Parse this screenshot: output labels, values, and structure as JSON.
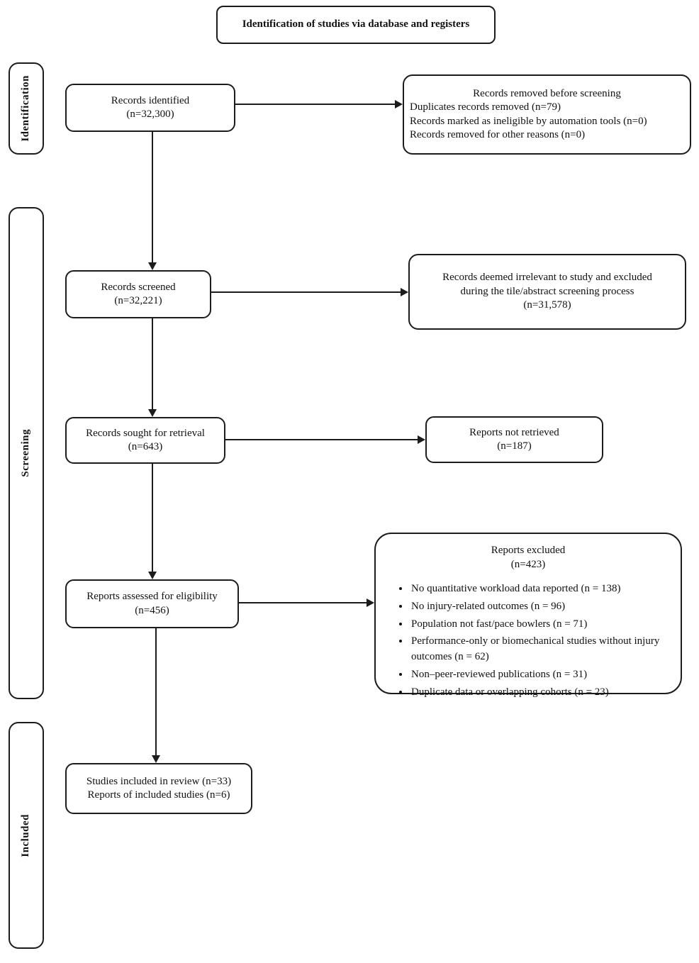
{
  "title": "Identification of studies via database and registers",
  "sidebar": {
    "identification": "Identification",
    "screening": "Screening",
    "included": "Included"
  },
  "left_column": {
    "records_identified": {
      "title": "Records identified",
      "count": "(n=32,300)"
    },
    "records_screened": {
      "title": "Records screened",
      "count": "(n=32,221)"
    },
    "records_sought": {
      "title": "Records sought for retrieval",
      "count": "(n=643)"
    },
    "reports_assessed": {
      "title": "Reports assessed for eligibility",
      "count": "(n=456)"
    },
    "studies_included": {
      "line1": "Studies included in review (n=33)",
      "line2": "Reports of included studies (n=6)"
    }
  },
  "right_column": {
    "records_removed": {
      "heading": "Records removed before screening",
      "items": [
        "Duplicates records removed (n=79)",
        "Records marked as ineligible by automation tools (n=0)",
        "Records removed for other reasons (n=0)"
      ]
    },
    "records_irrelevant": {
      "line1": "Records deemed irrelevant to study and excluded",
      "line2": "during the tile/abstract screening process",
      "line3": "(n=31,578)"
    },
    "reports_not_retrieved": {
      "title": "Reports not retrieved",
      "count": "(n=187)"
    },
    "reports_excluded": {
      "heading": "Reports excluded",
      "count": "(n=423)",
      "items": [
        "No quantitative workload data reported (n = 138)",
        "No injury-related outcomes (n = 96)",
        "Population not fast/pace bowlers (n = 71)",
        "Performance-only or biomechanical studies without injury outcomes (n = 62)",
        "Non–peer-reviewed publications (n = 31)",
        "Duplicate data or overlapping cohorts (n = 23)"
      ]
    }
  },
  "colors": {
    "line": "#1c1c1c",
    "background": "#ffffff"
  }
}
